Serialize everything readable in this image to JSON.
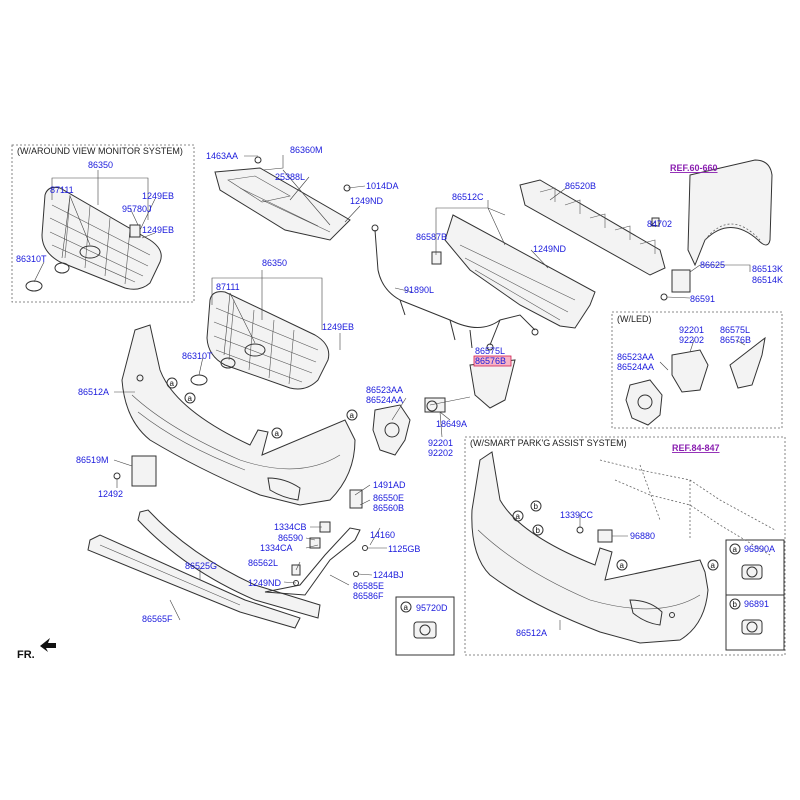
{
  "sections": {
    "around_view": "(W/AROUND VIEW MONITOR SYSTEM)",
    "led": "(W/LED)",
    "smart_park": "(W/SMART PARK'G ASSIST SYSTEM)"
  },
  "refs": {
    "ref_60_660": "REF.60-660",
    "ref_84_847": "REF.84-847"
  },
  "direction": "FR.",
  "labels": {
    "l1463AA": "1463AA",
    "l86360M": "86360M",
    "l25388L": "25388L",
    "l1014DA": "1014DA",
    "l1249ND_a": "1249ND",
    "l86350_a": "86350",
    "l87111_a": "87111",
    "l1249EB_a": "1249EB",
    "l95780J": "95780J",
    "l1249EB_b": "1249EB",
    "l86310T_a": "86310T",
    "l86350_b": "86350",
    "l87111_b": "87111",
    "l1249EB_c": "1249EB",
    "l86310T_b": "86310T",
    "l86512A_a": "86512A",
    "l86519M": "86519M",
    "l12492": "12492",
    "l86512C": "86512C",
    "l86587B": "86587B",
    "l1249ND_b": "1249ND",
    "l91890L": "91890L",
    "l86520B": "86520B",
    "l84702": "84702",
    "l86625": "86625",
    "l86513K": "86513K",
    "l86514K": "86514K",
    "l86591": "86591",
    "l86575L_a": "86575L",
    "l86576B_a": "86576B",
    "l86523AA_a": "86523AA",
    "l86524AA_a": "86524AA",
    "l18649A": "18649A",
    "l92201_a": "92201",
    "l92202_a": "92202",
    "l92201_b": "92201",
    "l92202_b": "92202",
    "l86575L_b": "86575L",
    "l86576B_b": "86576B",
    "l86523AA_b": "86523AA",
    "l86524AA_b": "86524AA",
    "l1491AD": "1491AD",
    "l86550E": "86550E",
    "l86560B": "86560B",
    "l1334CB": "1334CB",
    "l86590": "86590",
    "l1334CA": "1334CA",
    "l14160": "14160",
    "l1125GB": "1125GB",
    "l86562L": "86562L",
    "l1244BJ": "1244BJ",
    "l1249ND_c": "1249ND",
    "l86585E": "86585E",
    "l86586F": "86586F",
    "l86525G": "86525G",
    "l86565F": "86565F",
    "l95720D": "95720D",
    "l1339CC": "1339CC",
    "l96880": "96880",
    "l96890A": "96890A",
    "l96891": "96891",
    "l86512A_b": "86512A"
  },
  "callouts": {
    "a": "a",
    "b": "b"
  }
}
